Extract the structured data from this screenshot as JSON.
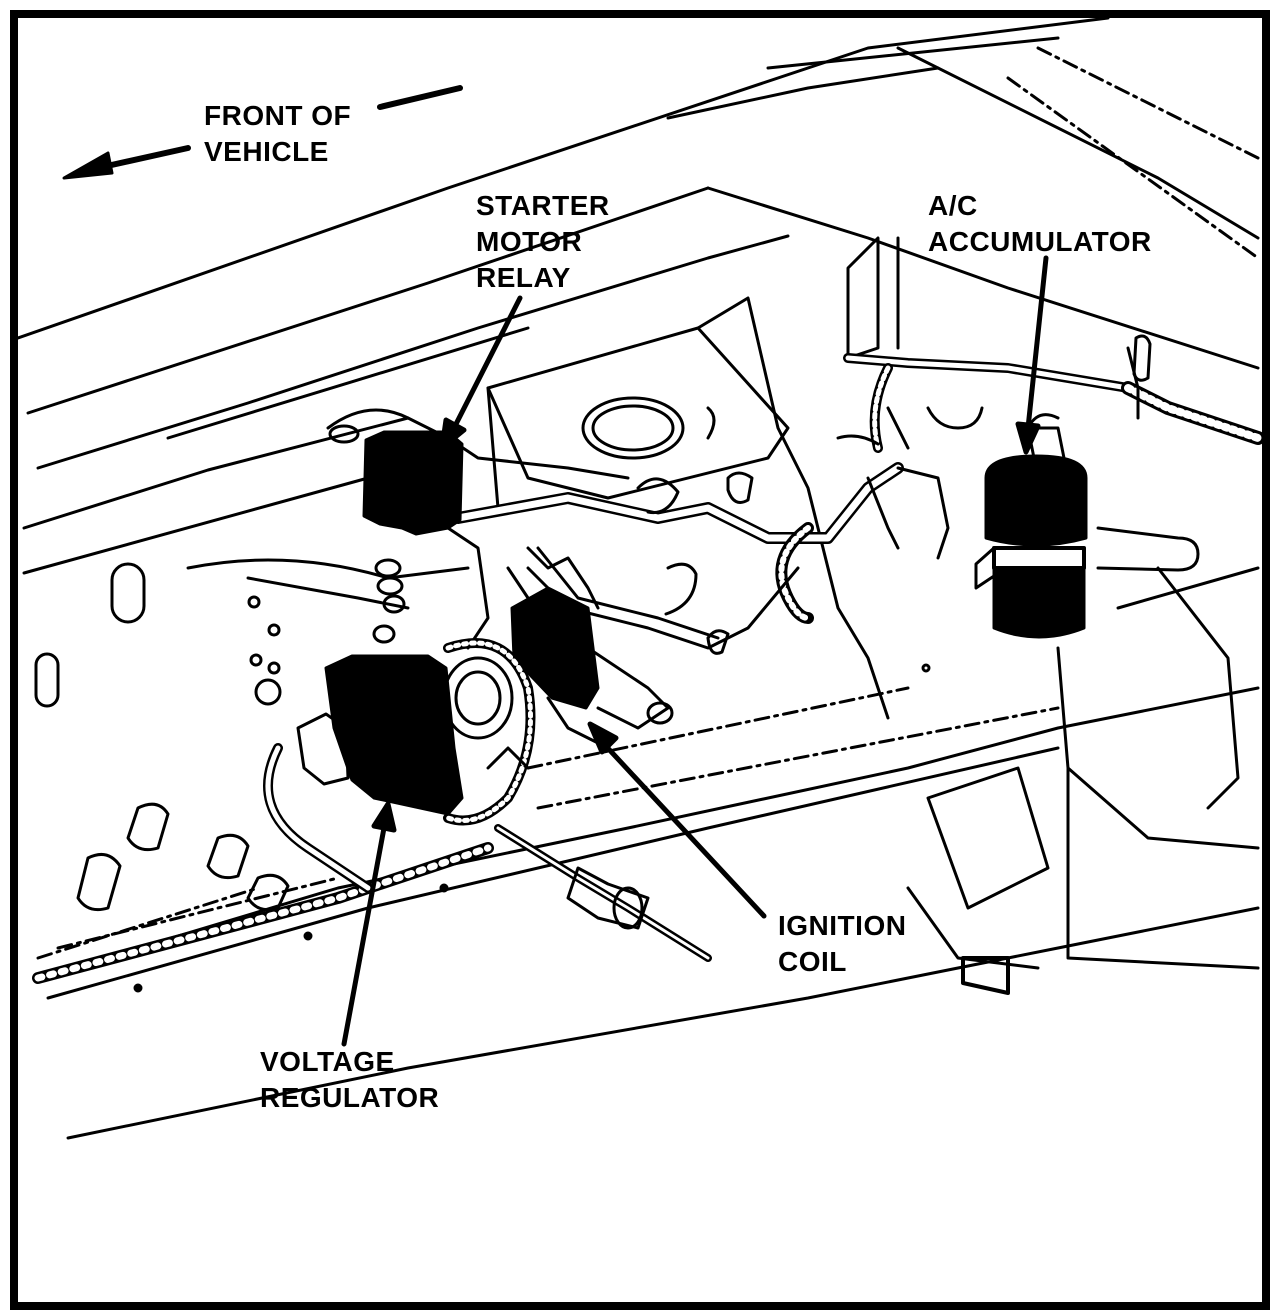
{
  "labels": {
    "front": [
      "FRONT OF",
      "VEHICLE"
    ],
    "starter_relay": [
      "STARTER",
      "MOTOR",
      "RELAY"
    ],
    "ac_accumulator": [
      "A/C",
      "ACCUMULATOR"
    ],
    "ignition_coil": [
      "IGNITION",
      "COIL"
    ],
    "voltage_regulator": [
      "VOLTAGE",
      "REGULATOR"
    ]
  },
  "colors": {
    "ink": "#000000",
    "paper": "#ffffff"
  }
}
